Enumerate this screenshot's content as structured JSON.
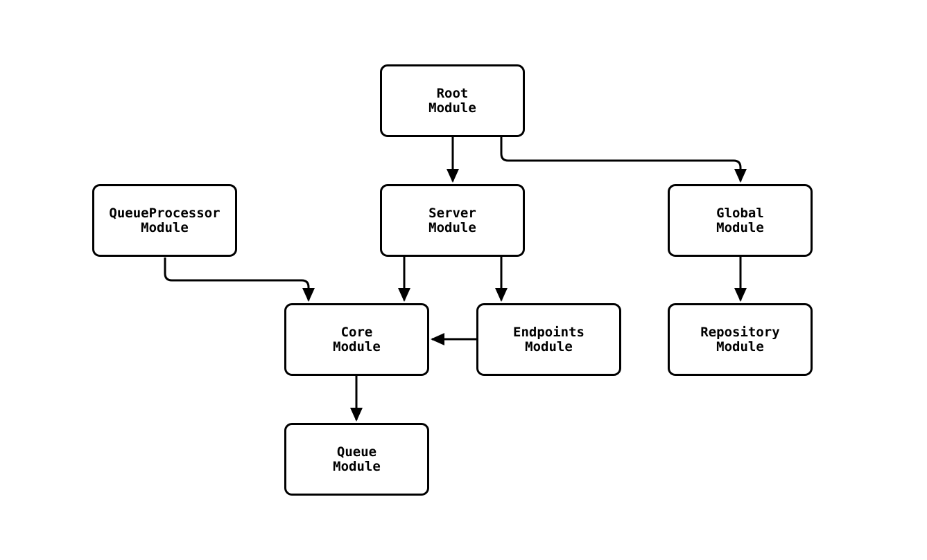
{
  "diagram_type": "module-dependency-flowchart",
  "colors": {
    "background": "#ffffff",
    "node_fill": "#ffffff",
    "node_border": "#000000",
    "edge_stroke": "#000000",
    "text": "#000000"
  },
  "nodes": {
    "root": {
      "line1": "Root",
      "line2": "Module"
    },
    "queueprocessor": {
      "line1": "QueueProcessor",
      "line2": "Module"
    },
    "server": {
      "line1": "Server",
      "line2": "Module"
    },
    "global": {
      "line1": "Global",
      "line2": "Module"
    },
    "core": {
      "line1": "Core",
      "line2": "Module"
    },
    "endpoints": {
      "line1": "Endpoints",
      "line2": "Module"
    },
    "repository": {
      "line1": "Repository",
      "line2": "Module"
    },
    "queue": {
      "line1": "Queue",
      "line2": "Module"
    }
  },
  "edges": [
    {
      "from": "Root Module",
      "to": "Server Module"
    },
    {
      "from": "Root Module",
      "to": "Global Module"
    },
    {
      "from": "QueueProcessor Module",
      "to": "Core Module"
    },
    {
      "from": "Server Module",
      "to": "Core Module"
    },
    {
      "from": "Server Module",
      "to": "Endpoints Module"
    },
    {
      "from": "Endpoints Module",
      "to": "Core Module"
    },
    {
      "from": "Global Module",
      "to": "Repository Module"
    },
    {
      "from": "Core Module",
      "to": "Queue Module"
    }
  ]
}
